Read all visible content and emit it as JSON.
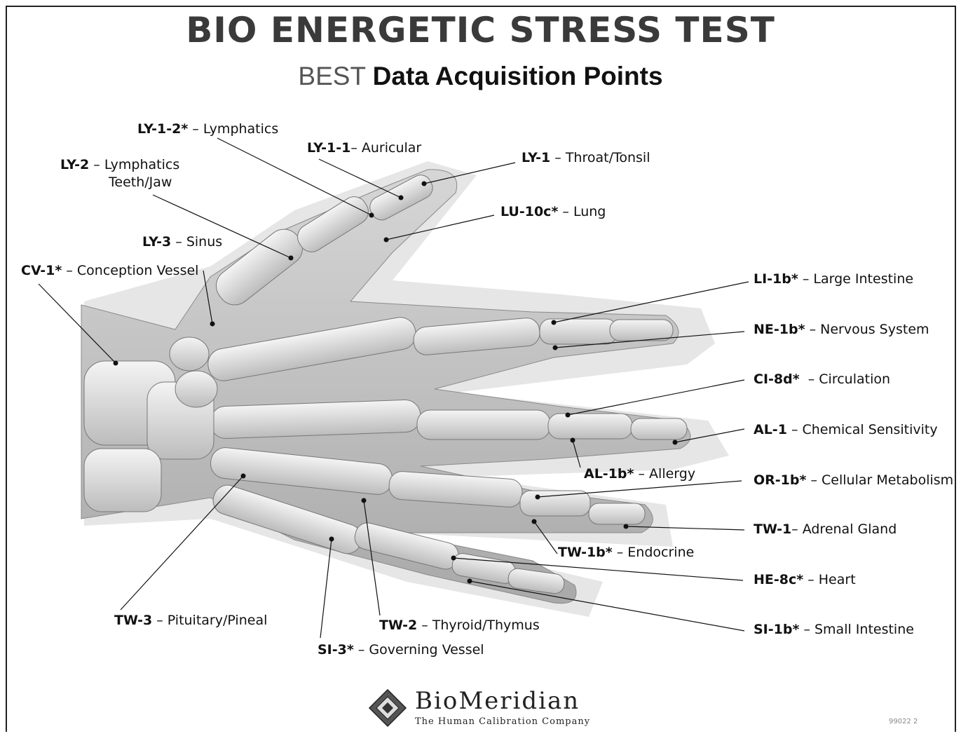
{
  "header": {
    "title": "Bio Energetic Stress Test",
    "subtitle_grey": "BEST",
    "subtitle_bold": "Data Acquisition Points"
  },
  "points": [
    {
      "code": "LY-1-2*",
      "desc": " – Lymphatics"
    },
    {
      "code": "LY-1-1",
      "desc": "– Auricular"
    },
    {
      "code": "LY-1",
      "desc": " – Throat/Tonsil"
    },
    {
      "code": "LY-2",
      "desc": " – Lymphatics",
      "desc2": "Teeth/Jaw"
    },
    {
      "code": "LU-10c*",
      "desc": " – Lung"
    },
    {
      "code": "LY-3",
      "desc": " – Sinus"
    },
    {
      "code": "CV-1*",
      "desc": " – Conception Vessel"
    },
    {
      "code": "LI-1b*",
      "desc": " – Large Intestine"
    },
    {
      "code": "NE-1b*",
      "desc": " – Nervous System"
    },
    {
      "code": "CI-8d*",
      "desc": "  – Circulation"
    },
    {
      "code": "AL-1",
      "desc": " – Chemical Sensitivity"
    },
    {
      "code": "AL-1b*",
      "desc": " – Allergy"
    },
    {
      "code": "OR-1b*",
      "desc": " – Cellular Metabolism"
    },
    {
      "code": "TW-1",
      "desc": "– Adrenal Gland"
    },
    {
      "code": "TW-1b*",
      "desc": " – Endocrine"
    },
    {
      "code": "HE-8c*",
      "desc": " – Heart"
    },
    {
      "code": "SI-1b*",
      "desc": " – Small Intestine"
    },
    {
      "code": "TW-3",
      "desc": " – Pituitary/Pineal"
    },
    {
      "code": "TW-2",
      "desc": " – Thyroid/Thymus"
    },
    {
      "code": "SI-3*",
      "desc": " – Governing Vessel"
    }
  ],
  "footer": {
    "logo_name": "BioMeridian",
    "logo_tag": "The Human Calibration Company",
    "doc_code": "99022  2"
  }
}
